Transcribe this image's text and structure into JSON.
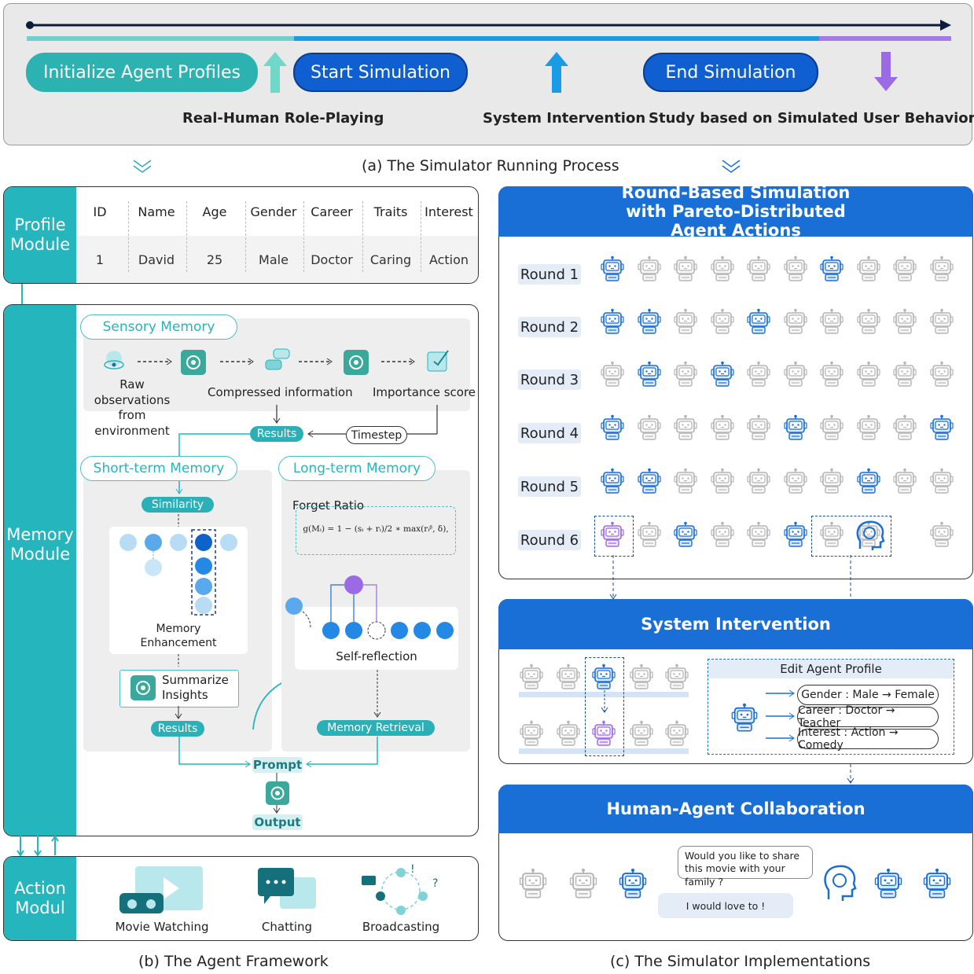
{
  "running_process": {
    "init_label": "Initialize Agent Profiles",
    "start_label": "Start Simulation",
    "end_label": "End Simulation",
    "role_play_label": "Real-Human Role-Playing",
    "intervention_label": "System Intervention",
    "study_label": "Study based on Simulated User Behaviors",
    "caption": "(a) The Simulator Running Process"
  },
  "profile_module": {
    "title": "Profile Module",
    "headers": [
      "ID",
      "Name",
      "Age",
      "Gender",
      "Career",
      "Traits",
      "Interest"
    ],
    "row": [
      "1",
      "David",
      "25",
      "Male",
      "Doctor",
      "Caring",
      "Action"
    ]
  },
  "memory_module": {
    "title": "Memory Module",
    "sensory_title": "Sensory Memory",
    "raw_obs": "Raw observations\nfrom environment",
    "compressed": "Compressed information",
    "importance": "Importance score",
    "results": "Results",
    "timestep": "Timestep",
    "short_term_title": "Short-term Memory",
    "long_term_title": "Long-term Memory",
    "similarity": "Similarity",
    "memory_enhancement": "Memory\nEnhancement",
    "summarize": "Summarize\nInsights",
    "results2": "Results",
    "forget_ratio": "Forget Ratio",
    "formula": "g(Mᵢ) = 1 − (sᵢ + rᵢ)/2 ∗ max(rᵢᵝ, δ),",
    "self_reflection": "Self-reflection",
    "memory_retrieval": "Memory Retrieval",
    "prompt": "Prompt",
    "output": "Output"
  },
  "action_module": {
    "title": "Action Modul",
    "items": [
      "Movie Watching",
      "Chatting",
      "Broadcasting"
    ]
  },
  "framework_caption": "(b) The Agent Framework",
  "simulation": {
    "title": "Round-Based Simulation with Pareto-Distributed Agent Actions",
    "rounds": [
      "Round 1",
      "Round 2",
      "Round 3",
      "Round 4",
      "Round 5",
      "Round 6"
    ],
    "active": [
      [
        0,
        6
      ],
      [
        0,
        1,
        4
      ],
      [
        1,
        3
      ],
      [
        0,
        5,
        9
      ],
      [
        0,
        1,
        7
      ],
      [
        2,
        5
      ]
    ]
  },
  "intervention": {
    "title": "System Intervention",
    "edit_title": "Edit Agent Profile",
    "edits": [
      "Gender : Male → Female",
      "Career : Doctor → Teacher",
      "Interest : Action → Comedy"
    ]
  },
  "collaboration": {
    "title": "Human-Agent Collaboration",
    "question": "Would you like to share this movie with your family ?",
    "answer": "I would love to !"
  },
  "implementations_caption": "(c) The Simulator Implementations",
  "colors": {
    "teal": "#25b5bd",
    "blue": "#1a6fd6",
    "purple": "#9b6be6"
  }
}
